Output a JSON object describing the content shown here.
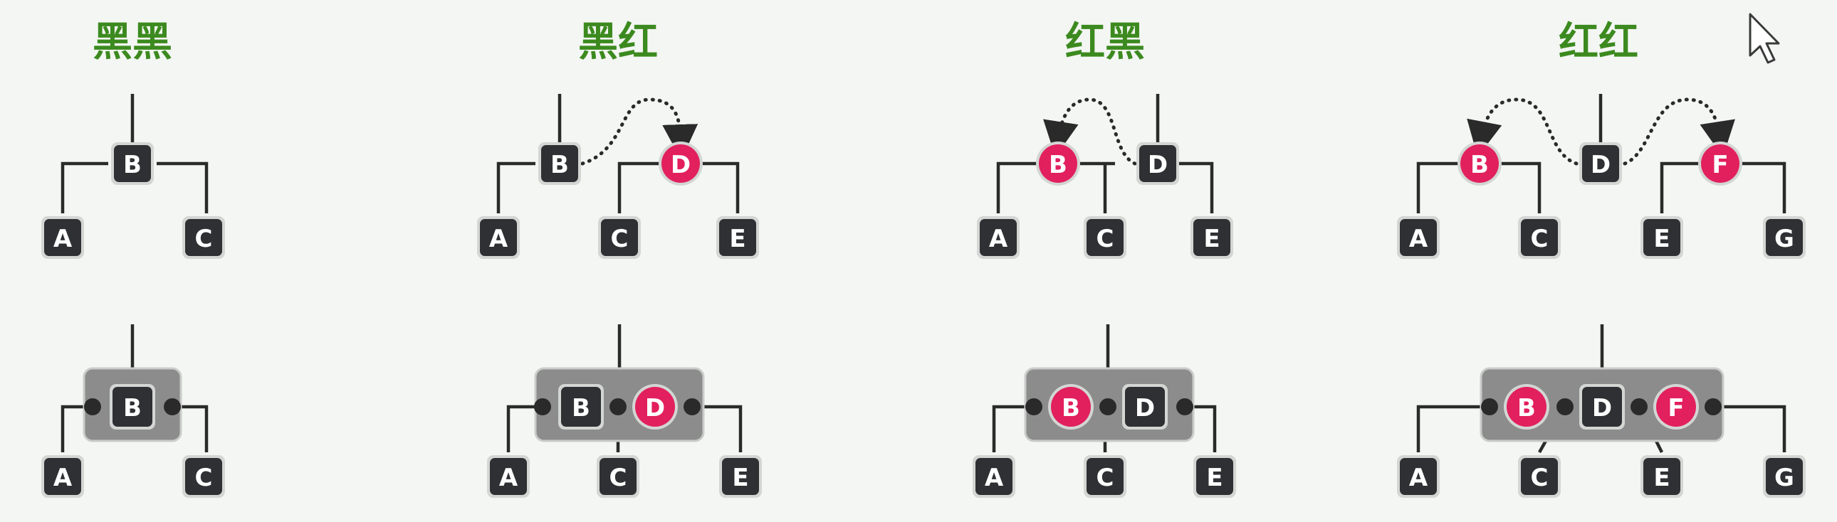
{
  "colors": {
    "black_node": "#2e3033",
    "red_node": "#e2205e",
    "title": "#3c8a1f",
    "group_box": "#8c8c8c"
  },
  "columns": [
    {
      "title": "黑黑",
      "nodes": [
        "A",
        "B",
        "C"
      ]
    },
    {
      "title": "黑红",
      "nodes": [
        "A",
        "B",
        "C",
        "D",
        "E"
      ]
    },
    {
      "title": "红黑",
      "nodes": [
        "A",
        "B",
        "C",
        "D",
        "E"
      ]
    },
    {
      "title": "红红",
      "nodes": [
        "A",
        "B",
        "C",
        "D",
        "E",
        "F",
        "G"
      ]
    }
  ],
  "cursor_icon": "mouse-pointer-icon"
}
